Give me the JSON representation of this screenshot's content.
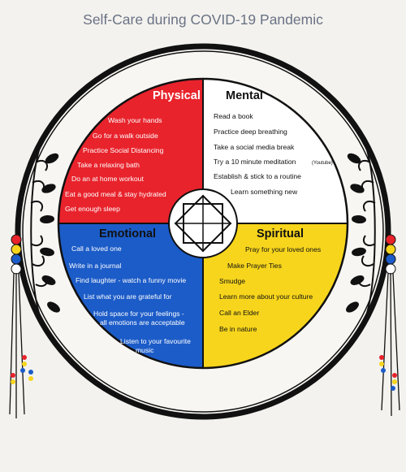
{
  "title": "Self-Care during COVID-19 Pandemic",
  "quadrants": {
    "physical": {
      "heading": "Physical",
      "color": "#e8232c",
      "items": [
        "Wash your hands",
        "Go for a walk outside",
        "Practice Social Distancing",
        "Take a relaxing bath",
        "Do an at home workout",
        "Eat a good meal & stay hydrated",
        "Get enough sleep"
      ]
    },
    "mental": {
      "heading": "Mental",
      "color": "#ffffff",
      "items": [
        "Read a book",
        "Practice deep breathing",
        "Take a social media break",
        "Try a 10 minute meditation",
        "Establish & stick to a routine",
        "Learn something new"
      ],
      "meditation_note": "(Youtube)"
    },
    "emotional": {
      "heading": "Emotional",
      "color": "#1c5cc8",
      "items": [
        "Call a loved one",
        "Write in a journal",
        "Find laughter - watch a funny movie",
        "List what you are grateful for",
        "Hold space for your feelings -",
        "all emotions are acceptable",
        "Listen to your favourite",
        "music"
      ]
    },
    "spiritual": {
      "heading": "Spiritual",
      "color": "#f7d51c",
      "items": [
        "Pray for your loved ones",
        "Make Prayer Ties",
        "Smudge",
        "Learn more about your culture",
        "Call an Elder",
        "Be in nature"
      ]
    }
  },
  "icons": [
    "star-icon",
    "vine-ornament-icon",
    "feather-bead-icon"
  ]
}
